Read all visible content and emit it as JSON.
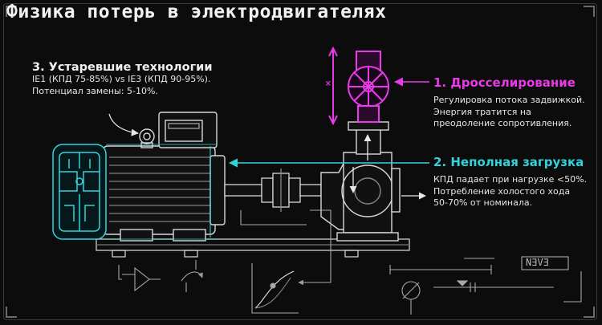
{
  "title": "Физика потерь в электродвигателях",
  "annotations": {
    "obsolete": {
      "heading": "3. Устаревшие технологии",
      "lines": [
        "IE1 (КПД 75-85%) vs IE3 (КПД 90-95%).",
        "Потенциал замены: 5-10%."
      ]
    },
    "throttling": {
      "heading": "1. Дросселирование",
      "lines": [
        "Регулировка потока задвижкой.",
        "Энергия тратится на",
        "преодоление сопротивления."
      ]
    },
    "underload": {
      "heading": "2. Неполная загрузка",
      "lines": [
        "КПД падает при нагрузке <50%.",
        "Потребление холостого хода",
        "50-70% от номинала."
      ]
    }
  },
  "glyphs": {
    "cross_mark": "×",
    "sketch_code": "N∃V∃"
  },
  "colors": {
    "background": "#0c0c0c",
    "line_art": "#d8d8d8",
    "motor_highlight": "#32d4dc",
    "valve_highlight": "#e83ae8"
  }
}
